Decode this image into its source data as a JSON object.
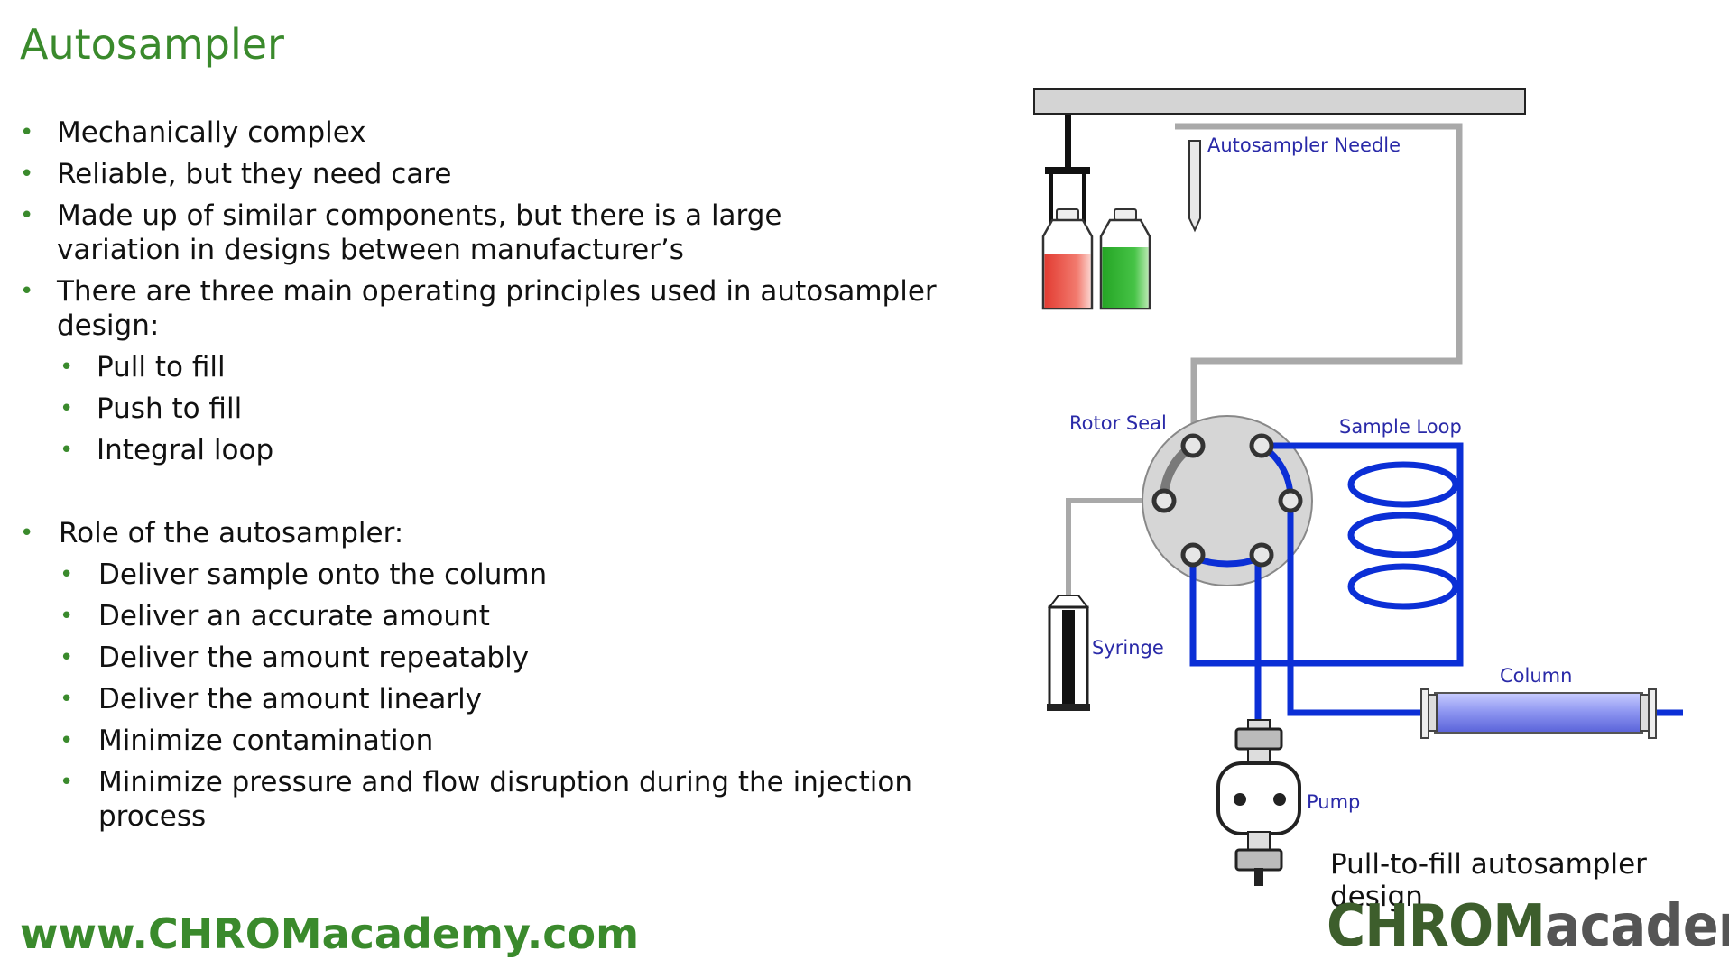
{
  "slide": {
    "title": "Autosampler",
    "bullets": [
      "Mechanically complex",
      "Reliable, but they need care",
      "Made up of similar components, but there is a large variation in designs between manufacturer’s",
      "There are three main operating principles used in autosampler design:"
    ],
    "principles": [
      "Pull to fill",
      "Push to fill",
      "Integral loop"
    ],
    "role_heading": "Role of the autosampler:",
    "roles": [
      "Deliver sample onto the column",
      "Deliver an accurate amount",
      "Deliver the amount repeatably",
      "Deliver the amount linearly",
      "Minimize contamination",
      "Minimize pressure and flow disruption during the injection process"
    ],
    "url": "www.CHROMacademy.com"
  },
  "diagram": {
    "labels": {
      "needle": "Autosampler Needle",
      "rotor_seal": "Rotor Seal",
      "sample_loop": "Sample Loop",
      "syringe": "Syringe",
      "column": "Column",
      "pump": "Pump"
    },
    "caption": "Pull-to-fill autosampler design",
    "colors": {
      "flow": "#0b2fd6",
      "sample_red": "#e8453c",
      "sample_green": "#2fb52f",
      "accent": "#3a8a2c"
    }
  },
  "logo": {
    "part1": "CHROM",
    "part2": "academy"
  }
}
